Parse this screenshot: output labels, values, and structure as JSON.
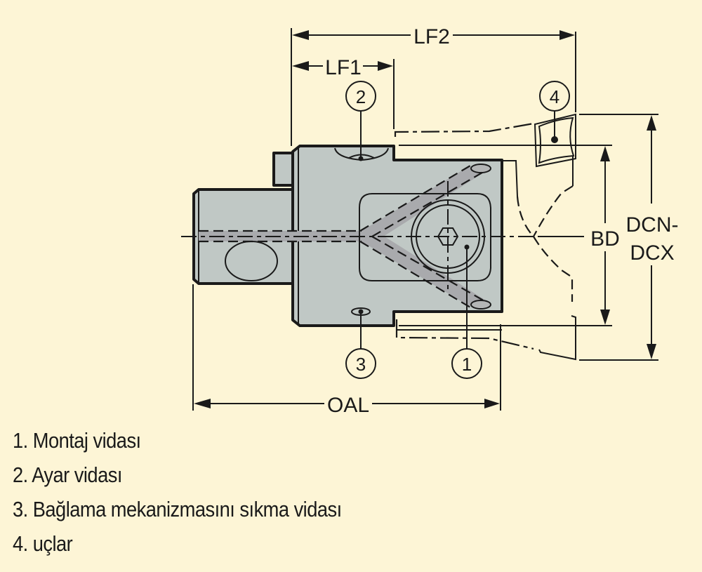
{
  "figure": {
    "title": "Boring head assembly dimension diagram",
    "background_color": "#fdf5d6",
    "body_color": "#c0c8c5",
    "channel_color": "#a9aaad",
    "line_color": "#1a1a1a"
  },
  "dimensions": {
    "lf2": "LF2",
    "lf1": "LF1",
    "oal": "OAL",
    "bd": "BD",
    "dcn_dcx_line1": "DCN-",
    "dcn_dcx_line2": "DCX"
  },
  "callouts": [
    {
      "number": "1"
    },
    {
      "number": "2"
    },
    {
      "number": "3"
    },
    {
      "number": "4"
    }
  ],
  "legend": [
    {
      "text": "1. Montaj vidası"
    },
    {
      "text": "2. Ayar vidası"
    },
    {
      "text": "3. Bağlama mekanizmasını sıkma vidası"
    },
    {
      "text": "4. uçlar"
    }
  ]
}
